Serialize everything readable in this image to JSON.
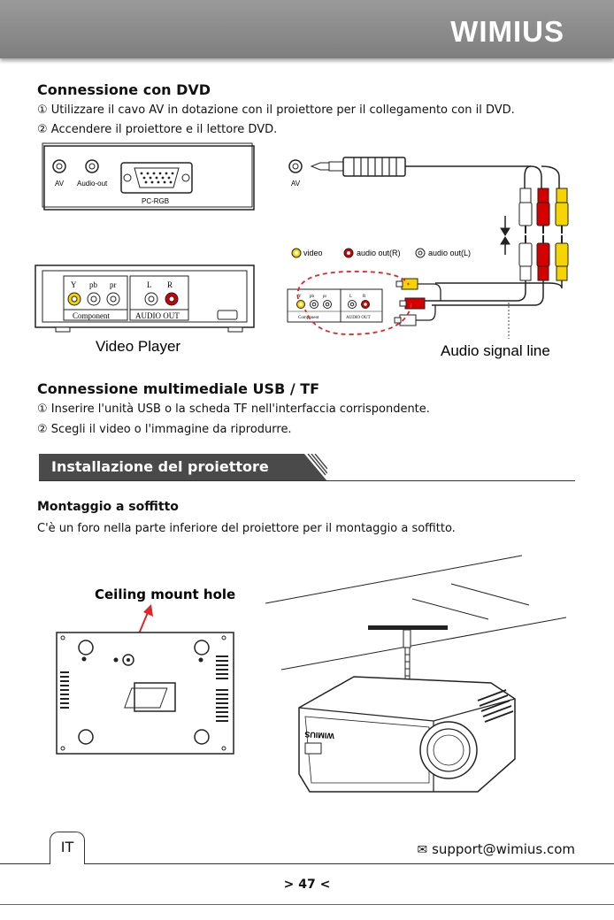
{
  "header": {
    "brand": "WIMIUS"
  },
  "dvd": {
    "title": "Connessione con DVD",
    "step1": "① Utilizzare il cavo AV in dotazione con il proiettore per il collegamento con il DVD.",
    "step2": "② Accendere il proiettore e il lettore DVD."
  },
  "diagram_labels": {
    "av": "AV",
    "audio_out": "Audio-out",
    "pc_rgb": "PC-RGB",
    "av_right": "AV",
    "y": "Y",
    "pb": "pb",
    "pr": "pr",
    "l": "L",
    "r": "R",
    "component": "Component",
    "audio_out_caps": "AUDIO OUT",
    "video_player": "Video Player",
    "legend_video": "video",
    "legend_audio_r": "audio out(R)",
    "legend_audio_l": "audio out(L)",
    "audio_signal_line": "Audio signal line"
  },
  "usb": {
    "title": "Connessione multimediale USB / TF",
    "step1": "① Inserire l'unità USB o la scheda TF nell'interfaccia corrispondente.",
    "step2": "② Scegli il video o l'immagine da riprodurre."
  },
  "install": {
    "banner": "Installazione del proiettore",
    "subtitle": "Montaggio a soffitto",
    "text": "C'è un foro nella parte inferiore del proiettore per il montaggio a soffitto.",
    "hole_label": "Ceiling mount hole",
    "projector_brand": "WIMIUS"
  },
  "footer": {
    "lang": "IT",
    "support": "support@wimius.com",
    "page": "> 47 <"
  },
  "colors": {
    "yellow": "#f5d400",
    "red": "#d40000",
    "white": "#ffffff",
    "header_gray": "#8a8a8a",
    "dash_red": "#e0262a"
  }
}
